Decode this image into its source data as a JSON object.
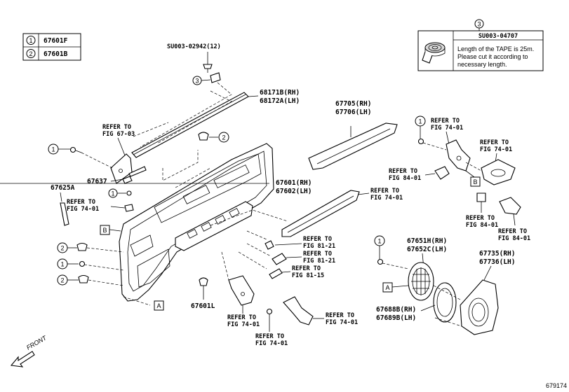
{
  "legend": {
    "rows": [
      {
        "marker": "1",
        "part": "67601F"
      },
      {
        "marker": "2",
        "part": "67601B"
      }
    ]
  },
  "tape_note": {
    "marker": "3",
    "part": "SU003-04707",
    "text_lines": [
      "Length of the TAPE is 25m.",
      "Please cut it according to",
      "necessary length."
    ]
  },
  "labels": {
    "su003_02942": "SU003-02942(12)",
    "p68171b": "68171B(RH)",
    "p68172a": "68172A(LH)",
    "p67705": "67705(RH)",
    "p67706": "67706(LH)",
    "refer_to": "REFER TO",
    "fig_67_03": "FIG 67-03",
    "fig_74_01": "FIG 74-01",
    "fig_84_01": "FIG 84-01",
    "fig_81_21": "FIG 81-21",
    "fig_81_15": "FIG 81-15",
    "p67637": "67637",
    "p67625a": "67625A",
    "p67601": "67601(RH)",
    "p67602": "67602(LH)",
    "p67601l": "67601L",
    "p67651h": "67651H(RH)",
    "p67652c": "67652C(LH)",
    "p67735": "67735(RH)",
    "p67736": "67736(LH)",
    "p67688b": "67688B(RH)",
    "p67689b": "67689B(LH)",
    "ref_a": "A",
    "ref_b": "B",
    "front": "FRONT",
    "m1": "1",
    "m2": "2",
    "m3": "3",
    "diagram_no": "679174"
  }
}
